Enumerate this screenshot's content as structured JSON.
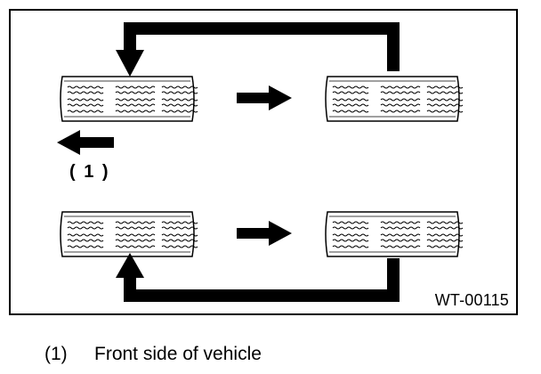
{
  "diagram": {
    "callout_label": "( 1 )",
    "figure_id": "WT-00115"
  },
  "legend": {
    "number": "(1)",
    "text": "Front side of vehicle"
  }
}
